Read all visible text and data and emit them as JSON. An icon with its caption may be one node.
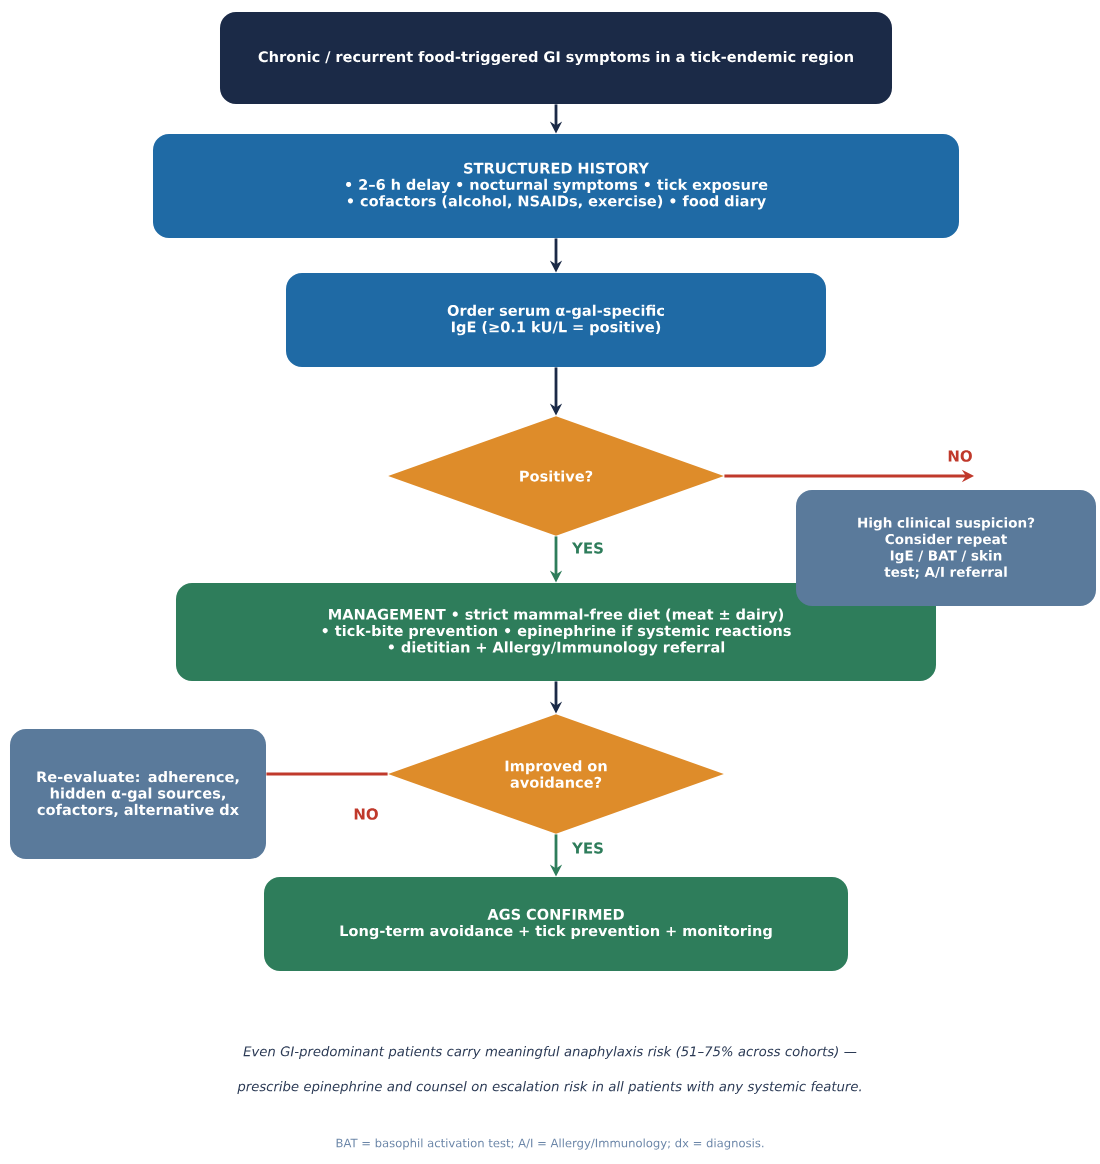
{
  "diagram": {
    "caption": "Even GI-predominant patients carry meaningful anaphylaxis risk (51–75% across cohorts) — prescribe epinephrine and counsel on escalation risk in all patients with any systemic feature.",
    "nodes": [
      {
        "text": [
          "Chronic / recurrent food-triggered GI symptoms in a tick-endemic region"
        ]
      },
      {
        "text": [
          "STRUCTURED HISTORY",
          "• 2–6 h delay  • nocturnal symptoms  • tick exposure",
          "• cofactors (alcohol, NSAIDs, exercise)  • food diary"
        ]
      },
      {
        "text": [
          "Order serum α-gal-specific IgE (≥0.1 kU/L = positive)"
        ]
      },
      {
        "text": [
          "Positive?"
        ]
      },
      {
        "text": [
          "High clinical suspicion? Consider repeat IgE / BAT / skin test; A/I referral"
        ]
      },
      {
        "text": [
          "MANAGEMENT  • strict mammal-free diet (meat ± dairy)",
          "• tick-bite prevention  • epinephrine if systemic reactions",
          "• dietitian + Allergy/Immunology referral"
        ]
      },
      {
        "text": [
          "Improved on avoidance?"
        ]
      },
      {
        "text": [
          "Re-evaluate: adherence, hidden α-gal sources, cofactors, alternative dx"
        ]
      },
      {
        "text": [
          "AGS CONFIRMED",
          "Long-term avoidance + tick prevention + monitoring"
        ]
      }
    ],
    "edges": [
      {
        "from": 0,
        "to": 1,
        "arrow": "to"
      },
      {
        "from": 1,
        "to": 2,
        "arrow": "to"
      },
      {
        "from": 2,
        "to": 3,
        "arrow": "to"
      },
      {
        "from": 3,
        "to": 4,
        "arrow": "to",
        "label": "NO",
        "color": "#c0392b"
      },
      {
        "from": 3,
        "to": 5,
        "arrow": "to",
        "label": "YES",
        "color": "#2e7d5b"
      },
      {
        "from": 5,
        "to": 6,
        "arrow": "to"
      },
      {
        "from": 6,
        "to": 7,
        "arrow": "none",
        "label": "NO",
        "color": "#c0392b"
      },
      {
        "from": 6,
        "to": 8,
        "arrow": "to",
        "label": "YES",
        "color": "#2e7d5b"
      }
    ],
    "labels": [
      "BAT = basophil activation test; A/I = Allergy/Immunology; dx = diagnosis."
    ]
  }
}
